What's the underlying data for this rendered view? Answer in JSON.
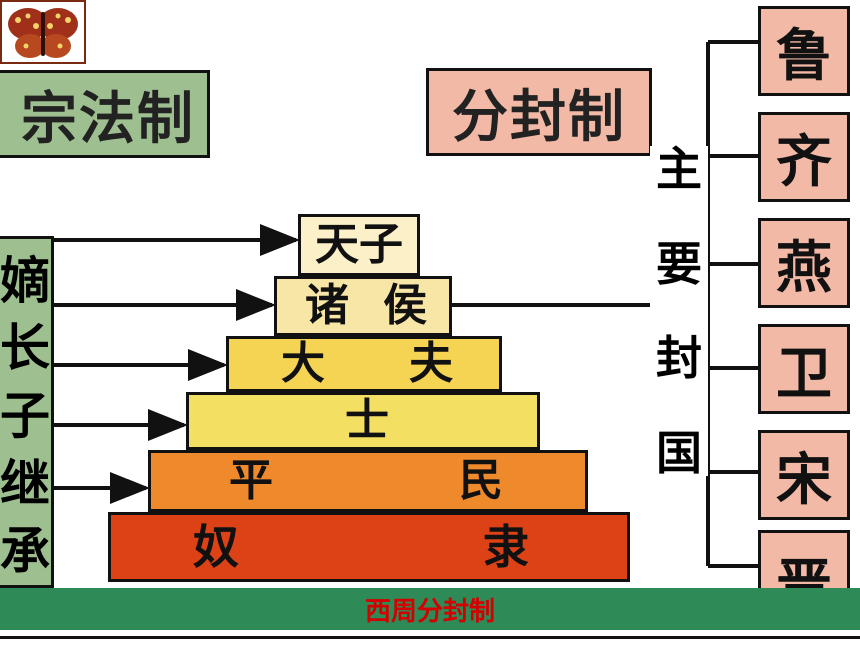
{
  "titles": {
    "zongfa": "宗法制",
    "fenfeng": "分封制"
  },
  "succession": {
    "chars": [
      "嫡",
      "长",
      "子",
      "继",
      "承"
    ]
  },
  "pyramid": {
    "tiers": [
      {
        "left": "天子",
        "right": ""
      },
      {
        "left": "诸",
        "right": "侯"
      },
      {
        "left": "大",
        "right": "夫"
      },
      {
        "left": "士",
        "right": ""
      },
      {
        "left": "平",
        "right": "民"
      },
      {
        "left": "奴",
        "right": "隶"
      }
    ]
  },
  "main_states_label": {
    "chars": [
      "主",
      "要",
      "封",
      "国"
    ]
  },
  "states": [
    "鲁",
    "齐",
    "燕",
    "卫",
    "宋",
    "晋"
  ],
  "caption": "西周分封制",
  "colors": {
    "zongfa_bg": "#9ebf8f",
    "fenfeng_bg": "#f2b9a6",
    "caption_bar": "#2e8b57",
    "caption_text": "#d40000"
  }
}
